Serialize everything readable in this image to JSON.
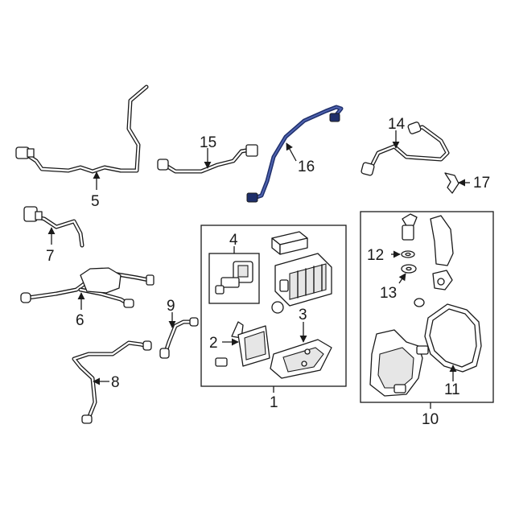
{
  "callouts": {
    "c1": "1",
    "c2": "2",
    "c3": "3",
    "c4": "4",
    "c5": "5",
    "c6": "6",
    "c7": "7",
    "c8": "8",
    "c9": "9",
    "c10": "10",
    "c11": "11",
    "c12": "12",
    "c13": "13",
    "c14": "14",
    "c15": "15",
    "c16": "16",
    "c17": "17"
  },
  "colors": {
    "line": "#1a1a1a",
    "highlight": "#1f2f6b",
    "background": "#ffffff"
  }
}
